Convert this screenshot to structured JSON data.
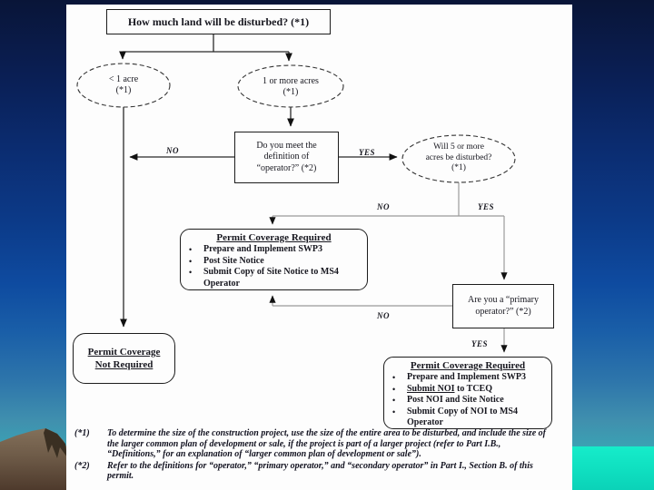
{
  "flowchart": {
    "start_box": {
      "label": "How much land will be disturbed? (*1)"
    },
    "acre_less": {
      "line1": "< 1 acre",
      "line2": "(*1)"
    },
    "acre_more": {
      "line1": "1 or more acres",
      "line2": "(*1)"
    },
    "operator_box": {
      "line1": "Do you meet the",
      "line2": "definition of",
      "line3": "“operator?” (*2)"
    },
    "five_acres": {
      "line1": "Will 5 or more",
      "line2": "acres be disturbed?",
      "line3": "(*1)"
    },
    "permit_mid": {
      "title": "Permit Coverage Required",
      "bullets": [
        "Prepare and Implement SWP3",
        "Post Site Notice",
        "Submit Copy of Site Notice to MS4 Operator"
      ]
    },
    "primary_operator": {
      "line1": "Are you a “primary",
      "line2": "operator?” (*2)"
    },
    "permit_final": {
      "title": "Permit Coverage Required",
      "bullet1": "Prepare and Implement SWP3",
      "bullet2_underline": "Submit NOI",
      "bullet2_rest": " to TCEQ",
      "bullet3": "Post NOI and Site Notice",
      "bullet4": "Submit Copy of NOI to MS4 Operator"
    },
    "permit_not_required": {
      "line1": "Permit Coverage",
      "line2": "Not Required"
    },
    "labels": {
      "no1": "NO",
      "yes1": "YES",
      "no2": "NO",
      "yes2": "YES",
      "no3": "NO",
      "yes3": "YES"
    },
    "bullet_glyph": "•"
  },
  "footnotes": [
    {
      "marker": "(*1)",
      "text": "To determine the size of the construction project, use the size of the entire area to be disturbed, and include the size of the larger common plan of development or sale, if the project is part of a larger project (refer to Part I.B., “Definitions,” for an explanation of “larger common plan of development or sale”)."
    },
    {
      "marker": "(*2)",
      "text": "Refer to the definitions for “operator,” “primary operator,” and “secondary operator” in Part I., Section B. of this permit."
    }
  ]
}
